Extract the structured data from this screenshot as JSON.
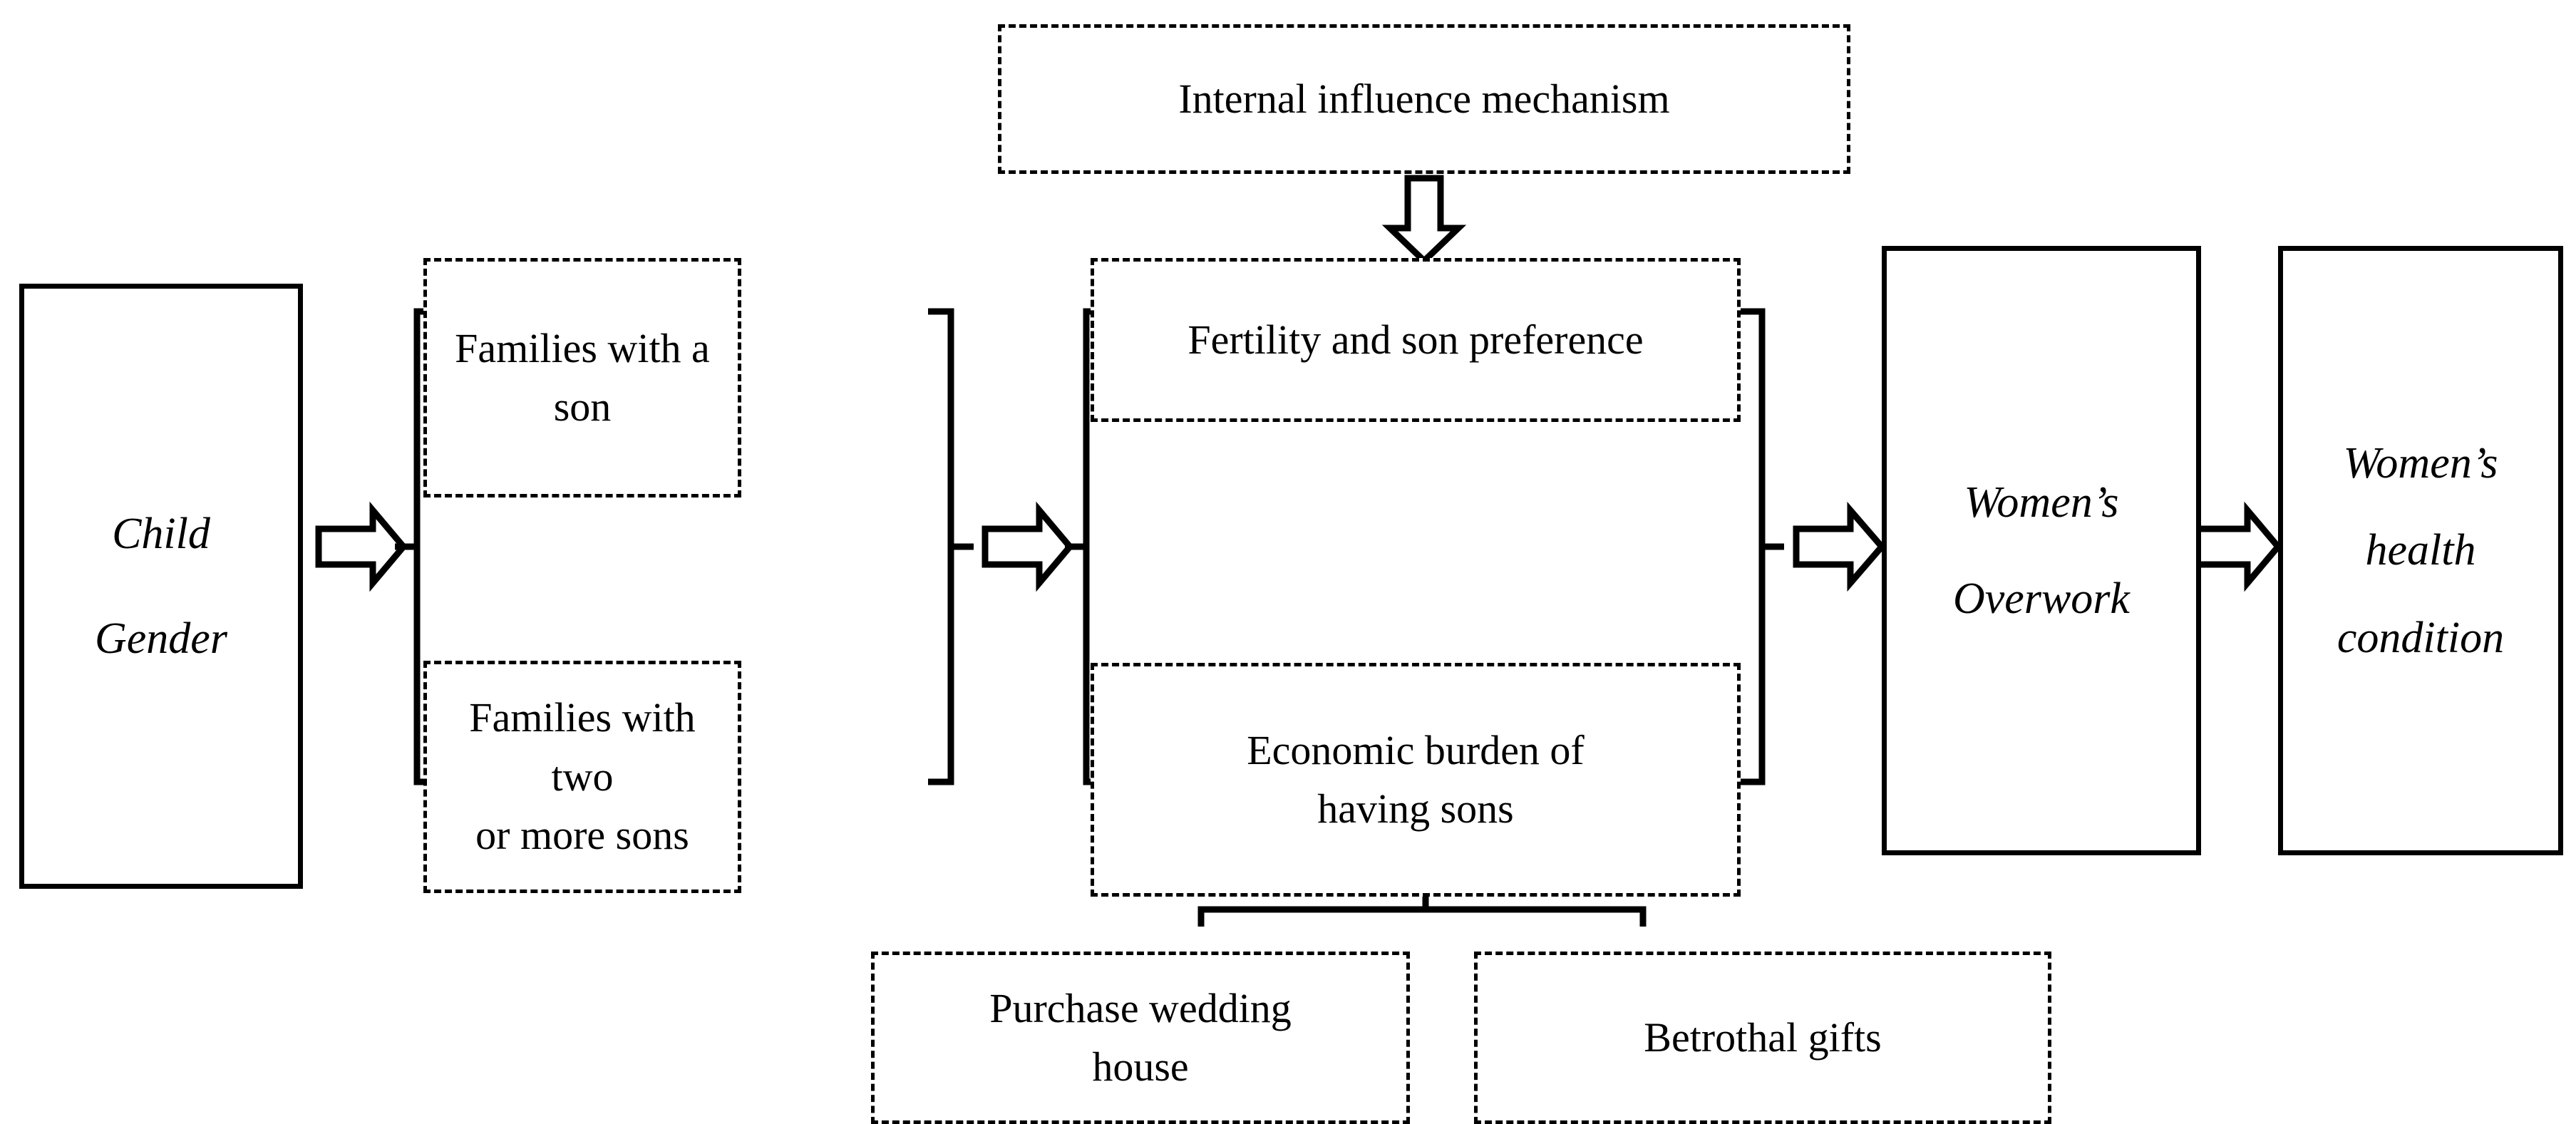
{
  "diagram": {
    "title": "Child gender, fertility, son preference and women's overwork pathway",
    "accent_color": "#000000",
    "background_color": "#ffffff",
    "nodes": {
      "child_gender": {
        "label": "Child\nGender",
        "line1": "Child",
        "line2": "Gender",
        "border": "solid",
        "style": "italic"
      },
      "internal_mechanism": {
        "label": "Internal influence mechanism",
        "border": "dashed",
        "style": "normal"
      },
      "families_one_son": {
        "label": "Families with a son",
        "line1": "Families with a",
        "line2": "son",
        "border": "dashed",
        "style": "normal"
      },
      "families_two_sons": {
        "label": "Families with two or more sons",
        "line1": "Families with two",
        "line2": "or more sons",
        "border": "dashed",
        "style": "normal"
      },
      "fertility_son_preference": {
        "label": "Fertility and son preference",
        "border": "dashed",
        "style": "normal"
      },
      "economic_burden": {
        "label": "Economic burden of having sons",
        "line1": "Economic burden of",
        "line2": "having sons",
        "border": "dashed",
        "style": "normal"
      },
      "purchase_wedding_house": {
        "label": "Purchase wedding house",
        "line1": "Purchase wedding",
        "line2": "house",
        "border": "dashed",
        "style": "normal"
      },
      "betrothal_gifts": {
        "label": "Betrothal gifts",
        "border": "dashed",
        "style": "normal"
      },
      "womens_overwork": {
        "label": "Women's Overwork",
        "line1": "Women’s",
        "line2": "Overwork",
        "border": "solid",
        "style": "italic"
      },
      "womens_health": {
        "label": "Women's health condition",
        "line1": "Women’s",
        "line2": "health",
        "line3": "condition",
        "border": "solid",
        "style": "italic"
      }
    },
    "arrows": [
      {
        "name": "arrow-child-gender-to-families",
        "direction": "right"
      },
      {
        "name": "arrow-families-to-fertility",
        "direction": "right"
      },
      {
        "name": "arrow-mechanism-to-fertility",
        "direction": "down"
      },
      {
        "name": "arrow-fertility-to-overwork",
        "direction": "right"
      },
      {
        "name": "arrow-overwork-to-health",
        "direction": "right"
      }
    ],
    "brackets": [
      {
        "name": "bracket-families-left",
        "orientation": "left"
      },
      {
        "name": "bracket-families-right",
        "orientation": "right"
      },
      {
        "name": "bracket-fertility-left",
        "orientation": "left"
      },
      {
        "name": "bracket-fertility-right",
        "orientation": "right"
      },
      {
        "name": "bracket-economic-burden-children",
        "orientation": "down"
      }
    ]
  }
}
